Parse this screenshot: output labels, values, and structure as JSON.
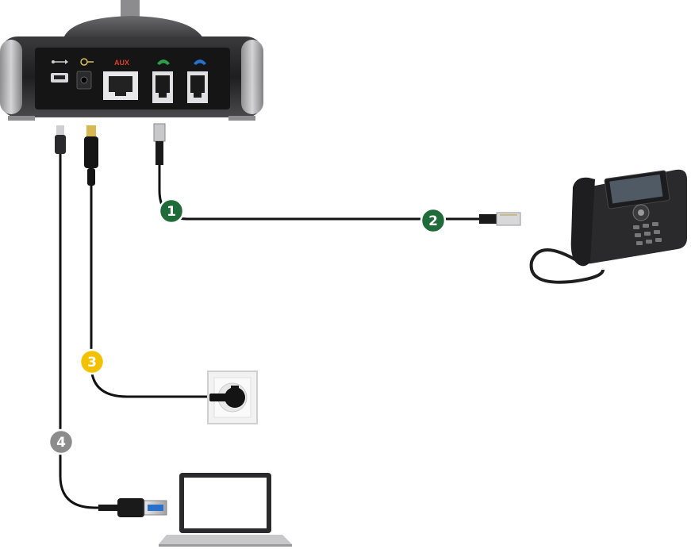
{
  "device": {
    "port_labels": [
      "usb-icon",
      "power-jack-icon",
      "AUX",
      "phone-green-icon",
      "phone-blue-icon"
    ],
    "aux_label": "AUX"
  },
  "badges": [
    {
      "text": "1",
      "color": "#1f6b3a"
    },
    {
      "text": "2",
      "color": "#1f6b3a"
    },
    {
      "text": "3",
      "color": "#f2c200"
    },
    {
      "text": "4",
      "color": "#8c8c8c"
    }
  ],
  "colors": {
    "cable": "#111111",
    "device_body": "#2e2e30",
    "aux_text": "#d9402a",
    "phone_green": "#2e9e4a",
    "phone_blue": "#2a6fc9"
  },
  "icons": [
    "desk-phone-icon",
    "wall-socket-icon",
    "laptop-icon",
    "usb-plug-icon",
    "rj-plug-icon",
    "power-plug-icon"
  ]
}
